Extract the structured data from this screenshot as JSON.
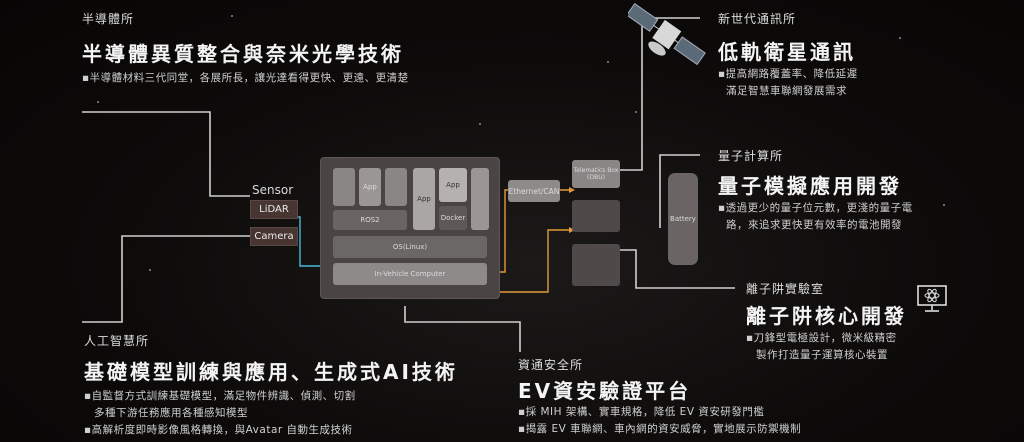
{
  "semiconductor": {
    "dept": "半導體所",
    "title": "半導體異質整合與奈米光學技術",
    "desc": "▪半導體材料三代同堂，各展所長，讓光達看得更快、更遠、更清楚"
  },
  "sensors": {
    "label": "Sensor",
    "lidar": "LiDAR",
    "camera": "Camera"
  },
  "computer": {
    "app": "App",
    "ros2": "ROS2",
    "docker": "Docker",
    "os": "OS(Linux)",
    "in_vehicle": "In-Vehicle Computer"
  },
  "network": {
    "ethernet_can": "Ethernet/CAN"
  },
  "telematics": {
    "box": "Telematics Box (OBU)"
  },
  "battery": {
    "label": "Battery"
  },
  "telecom": {
    "dept": "新世代通訊所",
    "title": "低軌衛星通訊",
    "desc_1": "▪提高網路覆蓋率、降低延遲",
    "desc_2": "滿足智慧車聯網發展需求"
  },
  "quantum": {
    "dept": "量子計算所",
    "title": "量子模擬應用開發",
    "desc_1": "▪透過更少的量子位元數，更淺的量子電",
    "desc_2": "路，來追求更快更有效率的電池開發"
  },
  "ionlab": {
    "dept": "離子阱實驗室",
    "title": "離子阱核心開發",
    "desc_1": "▪刀鋒型電極設計，微米級精密",
    "desc_2": "製作打造量子運算核心裝置"
  },
  "ai": {
    "dept": "人工智慧所",
    "title": "基礎模型訓練與應用、生成式AI技術",
    "desc_1": "▪自監督方式訓練基礎模型，滿足物件辨識、偵測、切割",
    "desc_2": "多種下游任務應用各種感知模型",
    "desc_3": "▪高解析度即時影像風格轉換，與Avatar 自動生成技術"
  },
  "security": {
    "dept": "資通安全所",
    "title": "EV資安驗證平台",
    "desc_1": "▪採 MIH 架構、實車規格，降低 EV 資安研發門檻",
    "desc_2": "▪揭露 EV 車聯網、車內網的資安威脅，實地展示防禦機制"
  }
}
